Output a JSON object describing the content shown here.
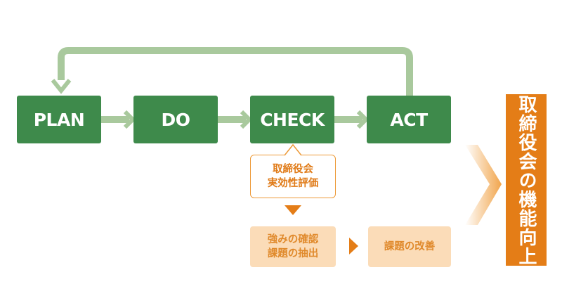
{
  "stages": [
    {
      "label": "PLAN"
    },
    {
      "label": "DO"
    },
    {
      "label": "CHECK"
    },
    {
      "label": "ACT"
    }
  ],
  "callout": {
    "lines": [
      "取締役会",
      "実効性評価"
    ]
  },
  "extraction": {
    "lines": [
      "強みの確認",
      "課題の抽出"
    ]
  },
  "improvement": {
    "label": "課題の改善"
  },
  "result": {
    "label": "取締役会の機能向上"
  },
  "colors": {
    "stage_green": "#3e8a4b",
    "connector_green": "#a9c99d",
    "orange": "#e47d17",
    "light_orange": "#fbdcb8"
  }
}
